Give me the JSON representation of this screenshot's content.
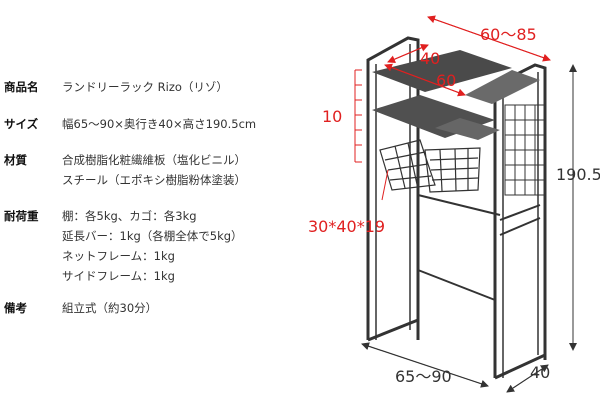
{
  "specs": [
    {
      "label": "商品名",
      "lines": [
        "ランドリーラック Rizo（リゾ）"
      ]
    },
    {
      "label": "サイズ",
      "lines": [
        "幅65～90×奥行き40×高さ190.5cm"
      ]
    },
    {
      "label": "材質",
      "lines": [
        "合成樹脂化粧繊維板（塩化ビニル）",
        "スチール（エポキシ樹脂粉体塗装）"
      ]
    },
    {
      "label": "耐荷重",
      "lines": [
        "棚：各5kg、カゴ：各3kg",
        "延長バー：1kg（各棚全体で5kg）",
        "ネットフレーム：1kg",
        "サイドフレーム：1kg"
      ]
    },
    {
      "label": "備考",
      "lines": [
        "組立式（約30分）"
      ]
    }
  ],
  "dimensions": {
    "width_range": "60～85",
    "depth_top": "40",
    "width_top": "60",
    "shelf_step": "10",
    "basket": "30*40*19",
    "height": "190.5",
    "base_width": "65～90",
    "base_depth": "40"
  },
  "colors": {
    "dim_red": "#e02020",
    "frame": "#333333",
    "shelf": "#555555"
  }
}
